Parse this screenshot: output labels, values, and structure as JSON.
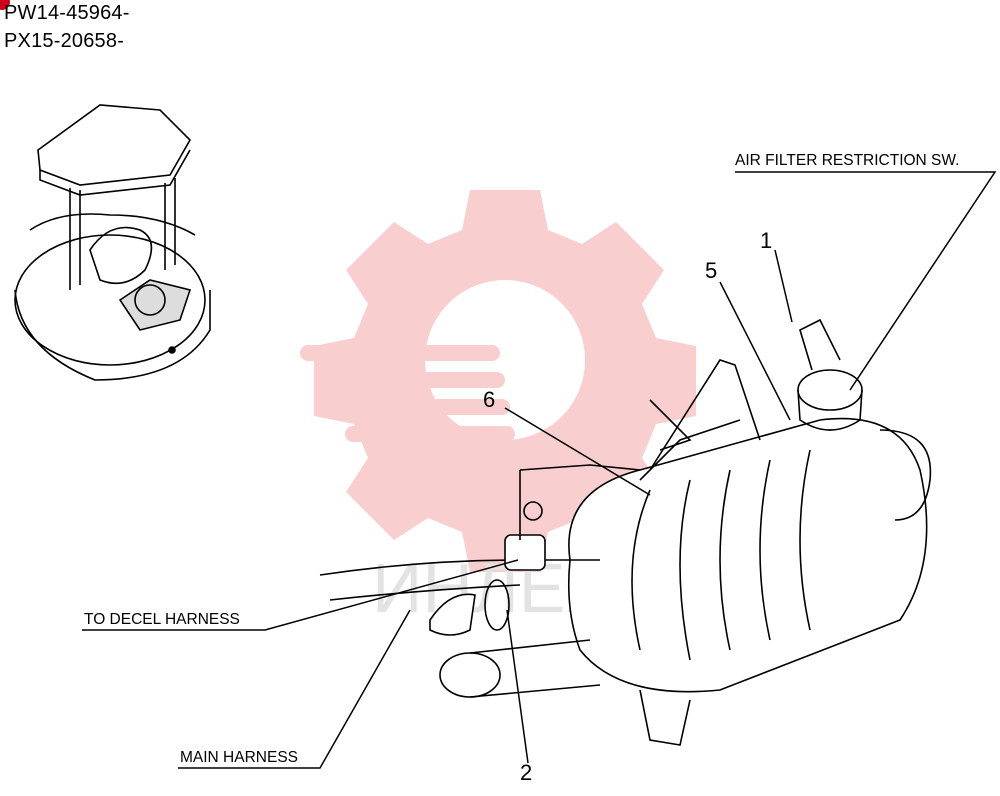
{
  "serials": [
    "PW14-45964-",
    "PX15-20658-"
  ],
  "labels": {
    "air_filter_switch": "AIR FILTER RESTRICTION SW.",
    "to_decel_harness": "TO DECEL HARNESS",
    "main_harness": "MAIN HARNESS"
  },
  "parts": [
    "1",
    "5",
    "6",
    "2"
  ],
  "watermark": {
    "text": "ИНЛЕХ",
    "color": "#f4a7a9"
  },
  "colors": {
    "line": "#000000",
    "marker": "#d0021b"
  }
}
